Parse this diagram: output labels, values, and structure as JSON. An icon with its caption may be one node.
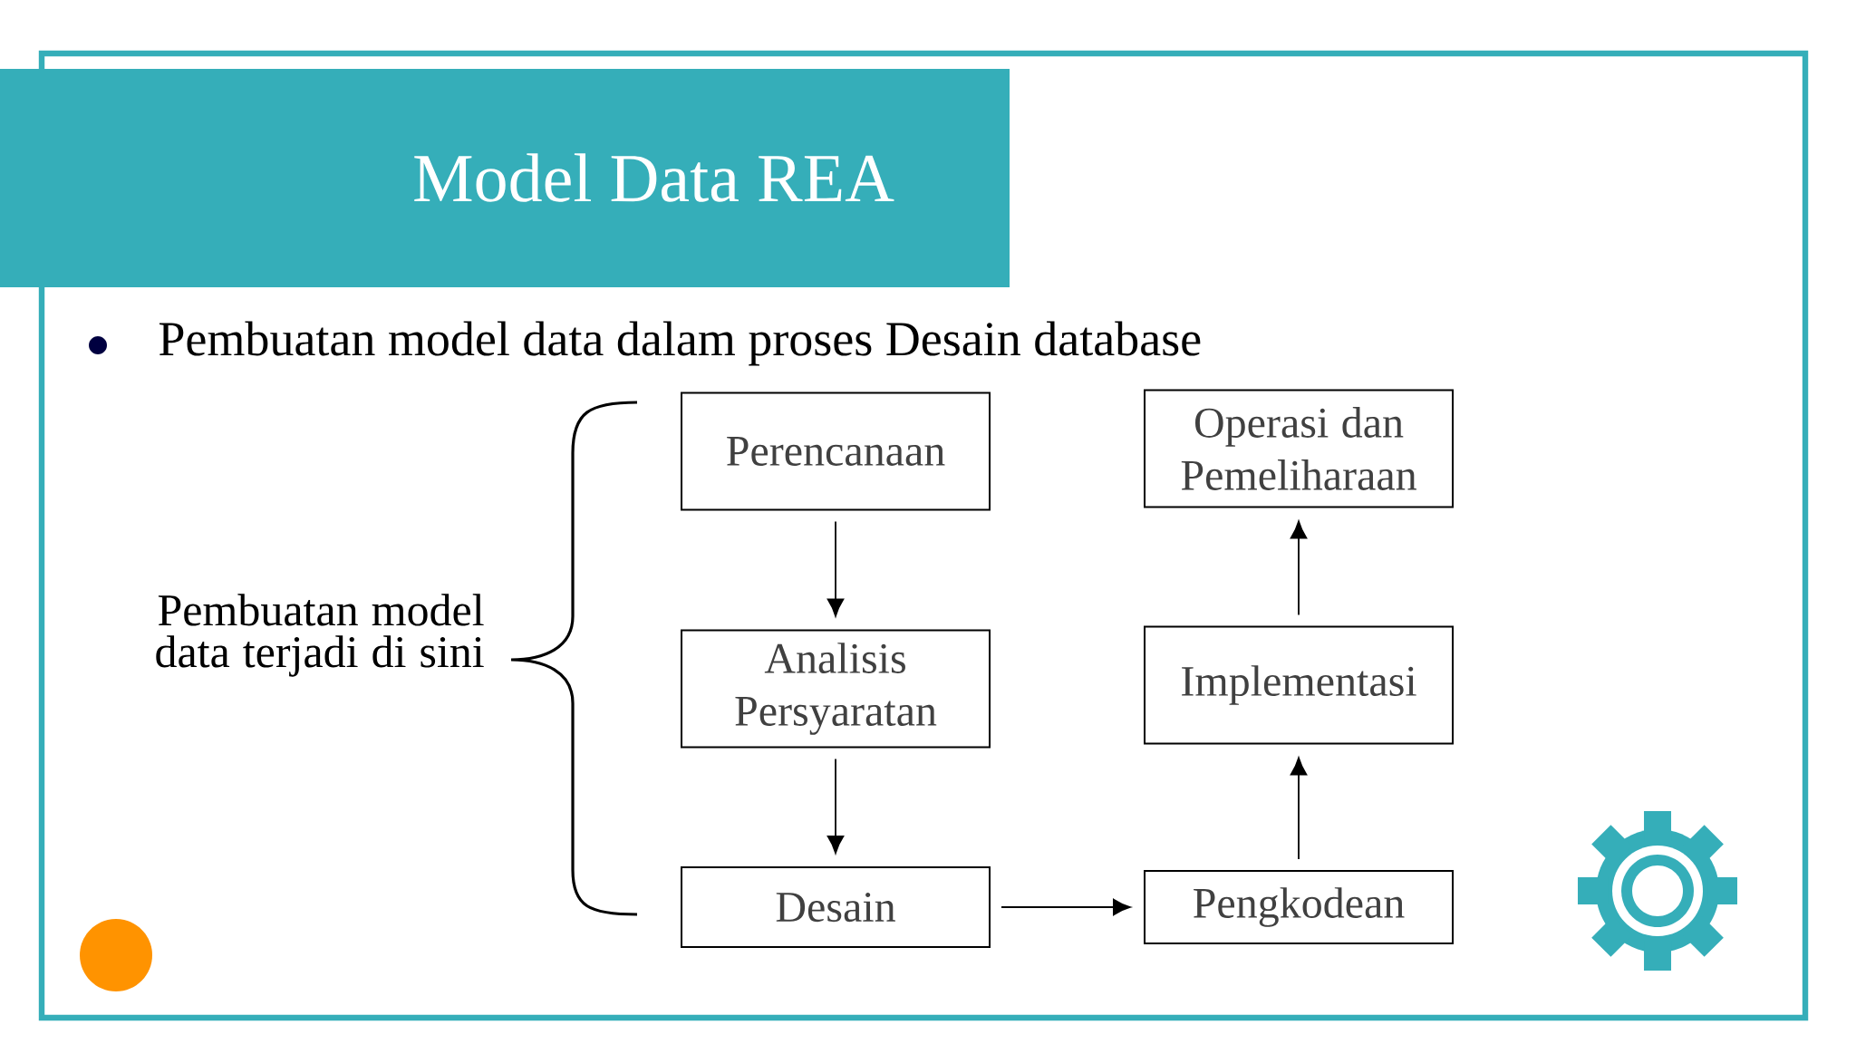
{
  "diagram": {
    "title": "Model Data REA",
    "nodes": [
      {
        "text": [
          "Perencanaan"
        ]
      },
      {
        "text": [
          "Analisis Persyaratan"
        ]
      },
      {
        "text": [
          "Desain"
        ]
      },
      {
        "text": [
          "Operasi dan Pemeliharaan"
        ]
      },
      {
        "text": [
          "Implementasi"
        ]
      },
      {
        "text": [
          "Pengkodean"
        ]
      }
    ],
    "edges": [
      {
        "from": 0,
        "to": 1,
        "arrow": "to"
      },
      {
        "from": 1,
        "to": 2,
        "arrow": "to"
      },
      {
        "from": 2,
        "to": 5,
        "arrow": "to"
      },
      {
        "from": 5,
        "to": 4,
        "arrow": "to"
      },
      {
        "from": 4,
        "to": 3,
        "arrow": "to"
      }
    ],
    "labels": [
      "Pembuatan model data  dalam proses  Desain database",
      "Pembuatan model data terjadi di sini"
    ]
  }
}
